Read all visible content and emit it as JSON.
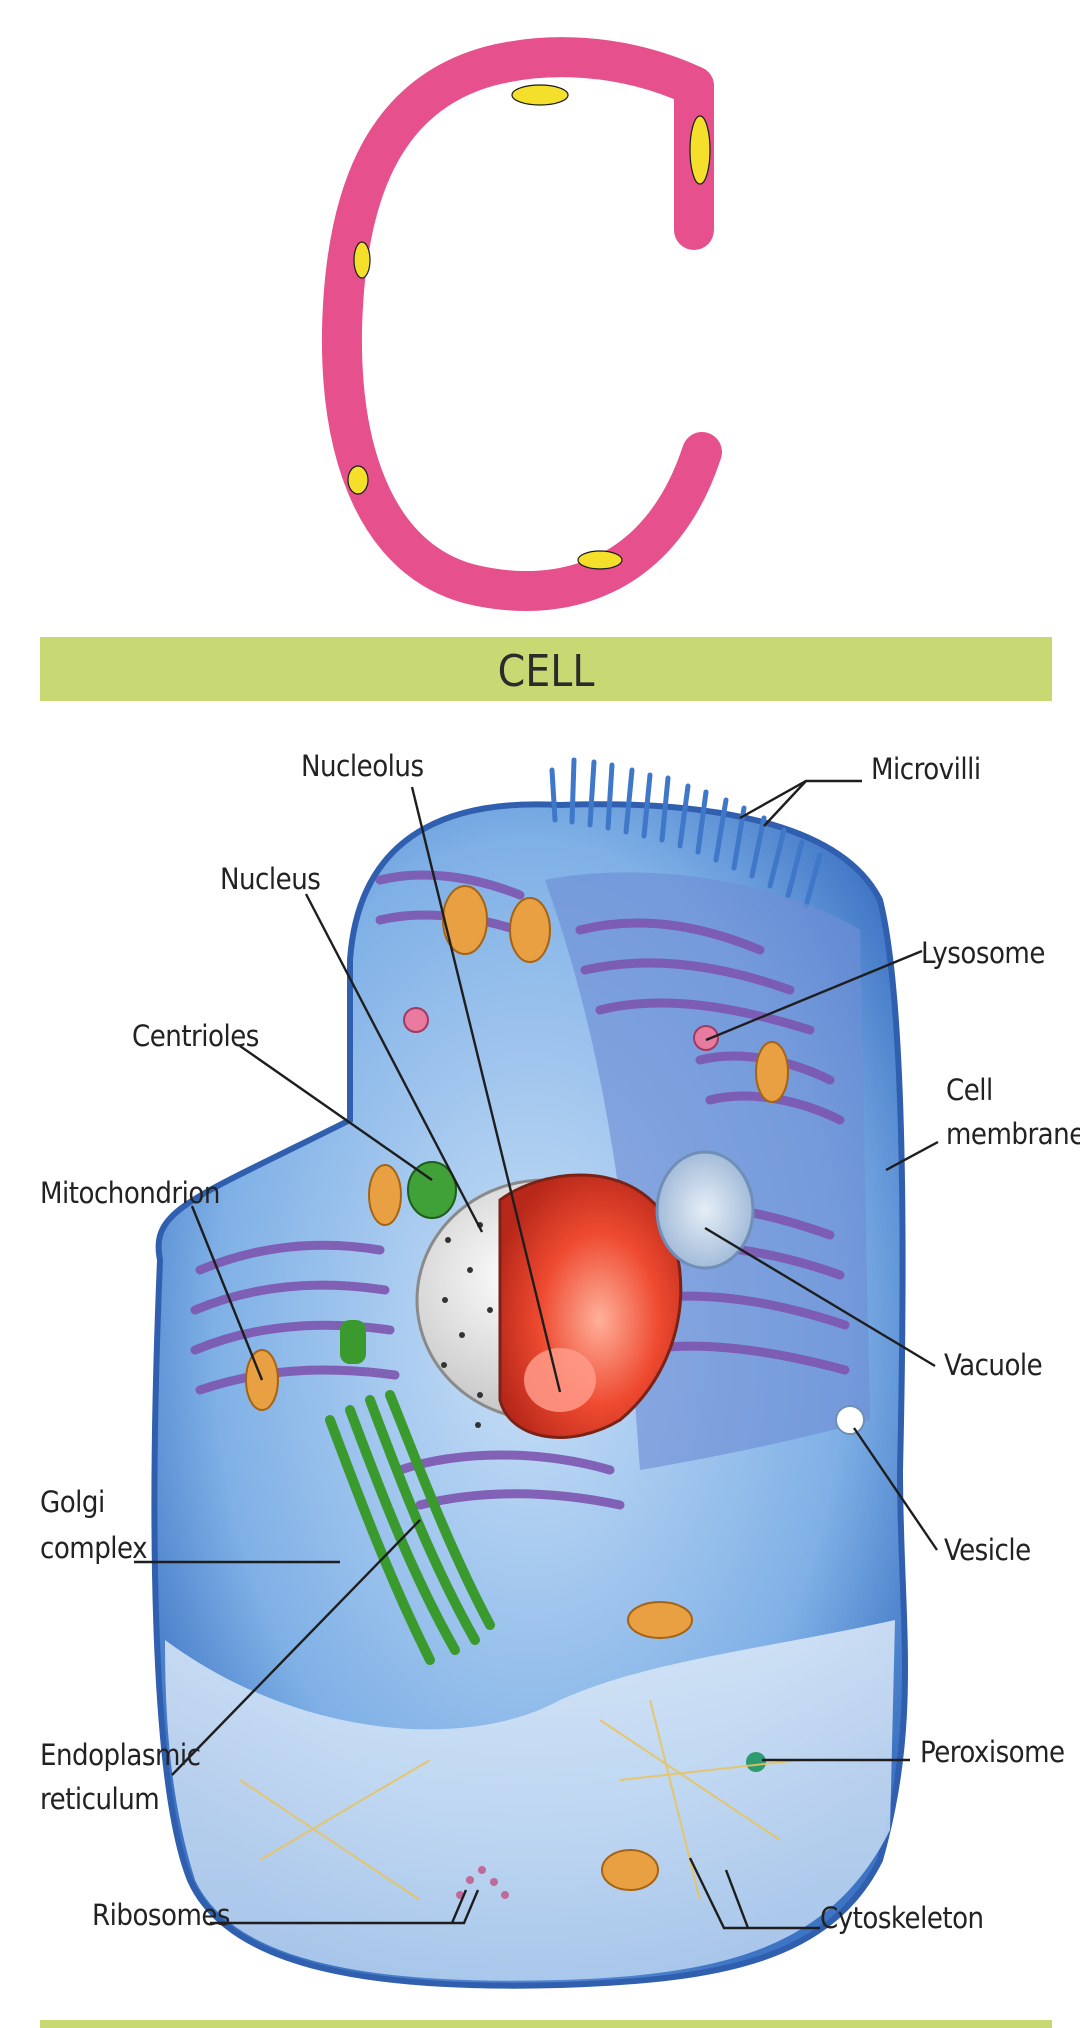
{
  "letter": "C",
  "banner": {
    "title": "CELL"
  },
  "colors": {
    "letter": "#e6508c",
    "letter_dots": "#f4e02a",
    "banner": "#c8d873",
    "cell_outer": "#4f86cf",
    "cell_light": "#a9cdf0",
    "er": "#7d56b0",
    "golgi": "#3a9a2e",
    "nucleolus": "#e8442e",
    "nucleus_shell": "#eeeeee",
    "mitochondrion": "#e8a043"
  },
  "labels": {
    "nucleolus": "Nucleolus",
    "microvilli": "Microvilli",
    "nucleus": "Nucleus",
    "lysosome": "Lysosome",
    "centrioles": "Centrioles",
    "cell_membrane_1": "Cell",
    "cell_membrane_2": "membrane",
    "mitochondrion": "Mitochondrion",
    "vacuole": "Vacuole",
    "golgi_1": "Golgi",
    "golgi_2": "complex",
    "vesicle": "Vesicle",
    "peroxisome": "Peroxisome",
    "er_1": "Endoplasmic",
    "er_2": "reticulum",
    "ribosomes": "Ribosomes",
    "cytoskeleton": "Cytoskeleton"
  }
}
